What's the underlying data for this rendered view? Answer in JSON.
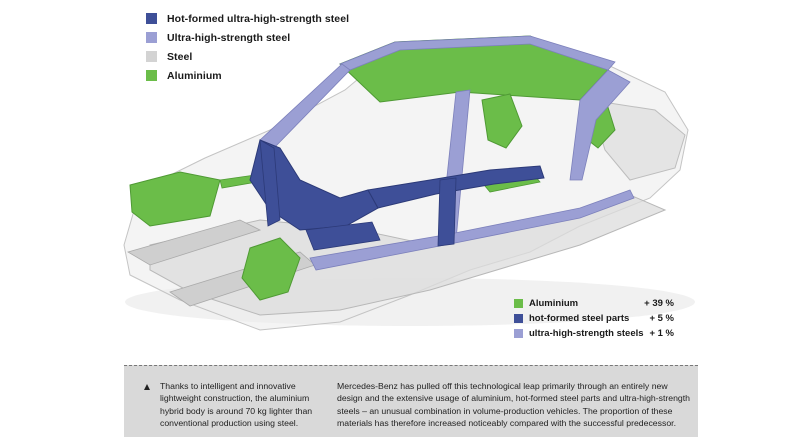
{
  "legend": [
    {
      "label": "Hot-formed ultra-high-strength steel",
      "color": "#3e4f98"
    },
    {
      "label": "Ultra-high-strength steel",
      "color": "#9b9fd4"
    },
    {
      "label": "Steel",
      "color": "#d3d3d3"
    },
    {
      "label": "Aluminium",
      "color": "#6bbd49"
    }
  ],
  "shares": [
    {
      "label": "Aluminium",
      "value": "+ 39 %",
      "color": "#6bbd49"
    },
    {
      "label": "hot-formed steel parts",
      "value": "+ 5 %",
      "color": "#3e4f98"
    },
    {
      "label": "ultra-high-strength steels",
      "value": "+ 1 %",
      "color": "#9b9fd4"
    }
  ],
  "info": {
    "lead": "Thanks to intelligent and innovative lightweight construction, the aluminium hybrid body is around 70 kg lighter than conventional production using steel.",
    "body": "Mercedes-Benz has pulled off this technological leap primarily through an entirely new design and the extensive usage of aluminium, hot-formed steel parts and ultra-high-strength steels – an unusual combination in volume-production vehicles. The proportion of these materials has therefore increased noticeably compared with the successful predecessor."
  }
}
